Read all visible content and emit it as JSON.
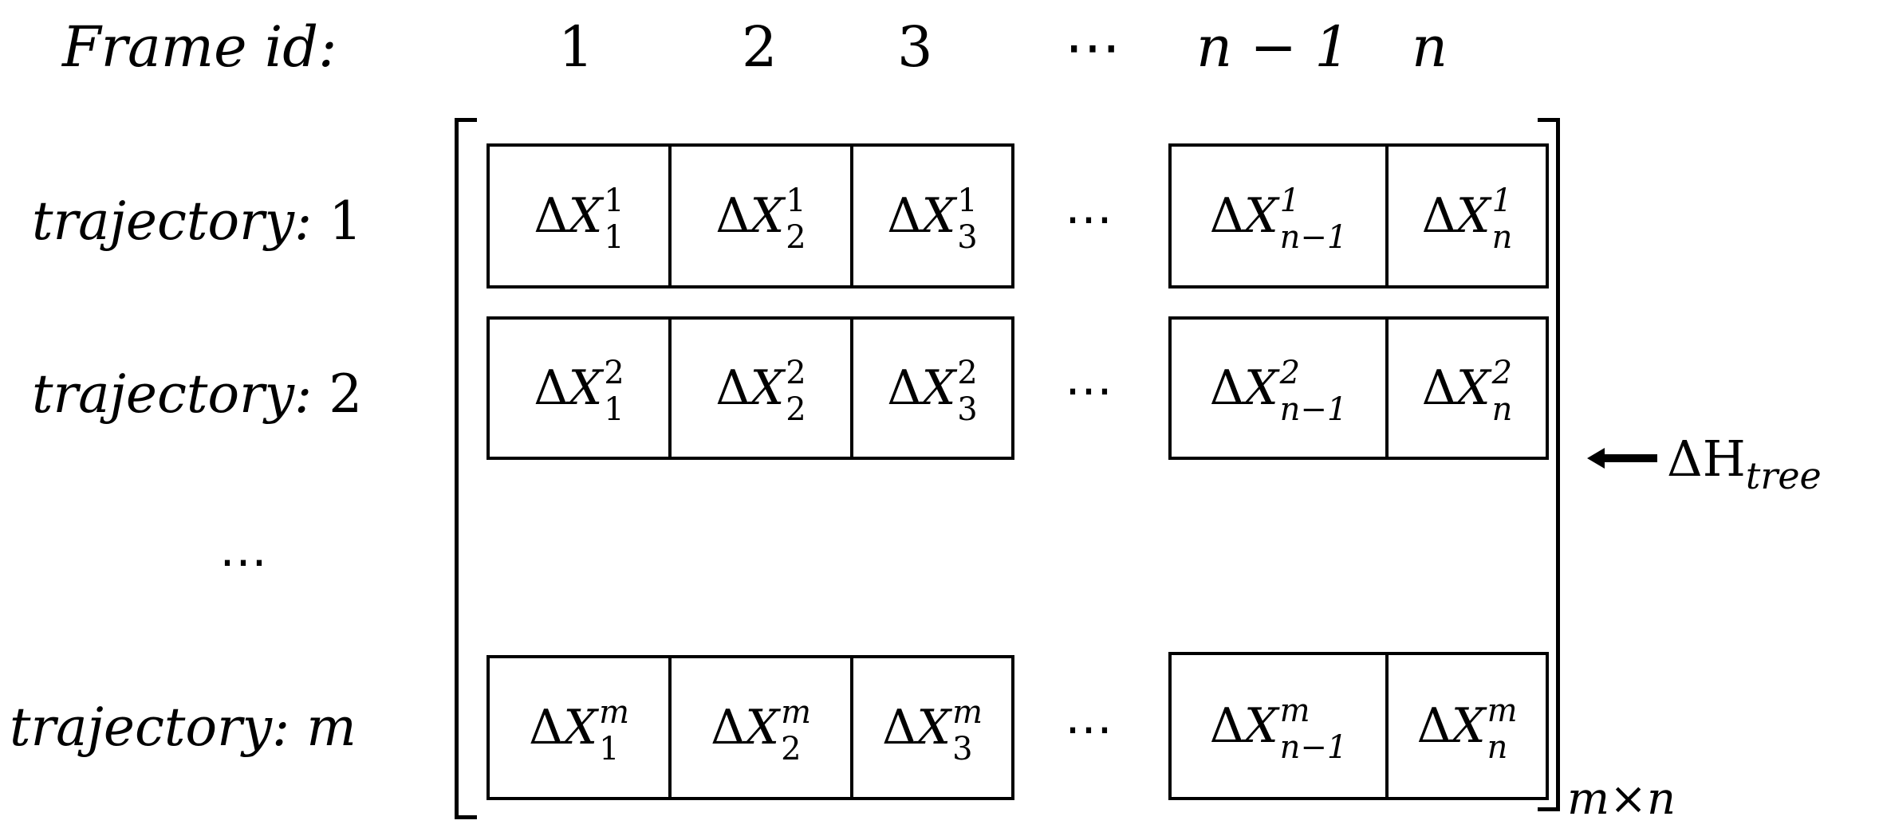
{
  "header": {
    "label": "Frame id:",
    "cols": [
      "1",
      "2",
      "3",
      "⋯",
      "n − 1",
      "n"
    ]
  },
  "rows": [
    {
      "prefix": "trajectory: ",
      "index": "1"
    },
    {
      "prefix": "trajectory: ",
      "index": "2"
    },
    {
      "prefix": "",
      "index": "⋯"
    },
    {
      "prefix": "trajectory: ",
      "index": "m"
    }
  ],
  "matrix": {
    "delta": "Δ",
    "var": "X",
    "cells": [
      [
        {
          "sup": "1",
          "sub": "1"
        },
        {
          "sup": "1",
          "sub": "2"
        },
        {
          "sup": "1",
          "sub": "3"
        },
        {
          "sup": "1",
          "sub": "n−1"
        },
        {
          "sup": "1",
          "sub": "n"
        }
      ],
      [
        {
          "sup": "2",
          "sub": "1"
        },
        {
          "sup": "2",
          "sub": "2"
        },
        {
          "sup": "2",
          "sub": "3"
        },
        {
          "sup": "2",
          "sub": "n−1"
        },
        {
          "sup": "2",
          "sub": "n"
        }
      ],
      [
        {
          "sup": "m",
          "sub": "1"
        },
        {
          "sup": "m",
          "sub": "2"
        },
        {
          "sup": "m",
          "sub": "3"
        },
        {
          "sup": "m",
          "sub": "n−1"
        },
        {
          "sup": "m",
          "sub": "n"
        }
      ]
    ],
    "col_ellipsis": "⋯",
    "size_label": "m×n"
  },
  "annotation": {
    "arrow": "⟵",
    "symbol": "ΔH",
    "subscript": "tree"
  }
}
